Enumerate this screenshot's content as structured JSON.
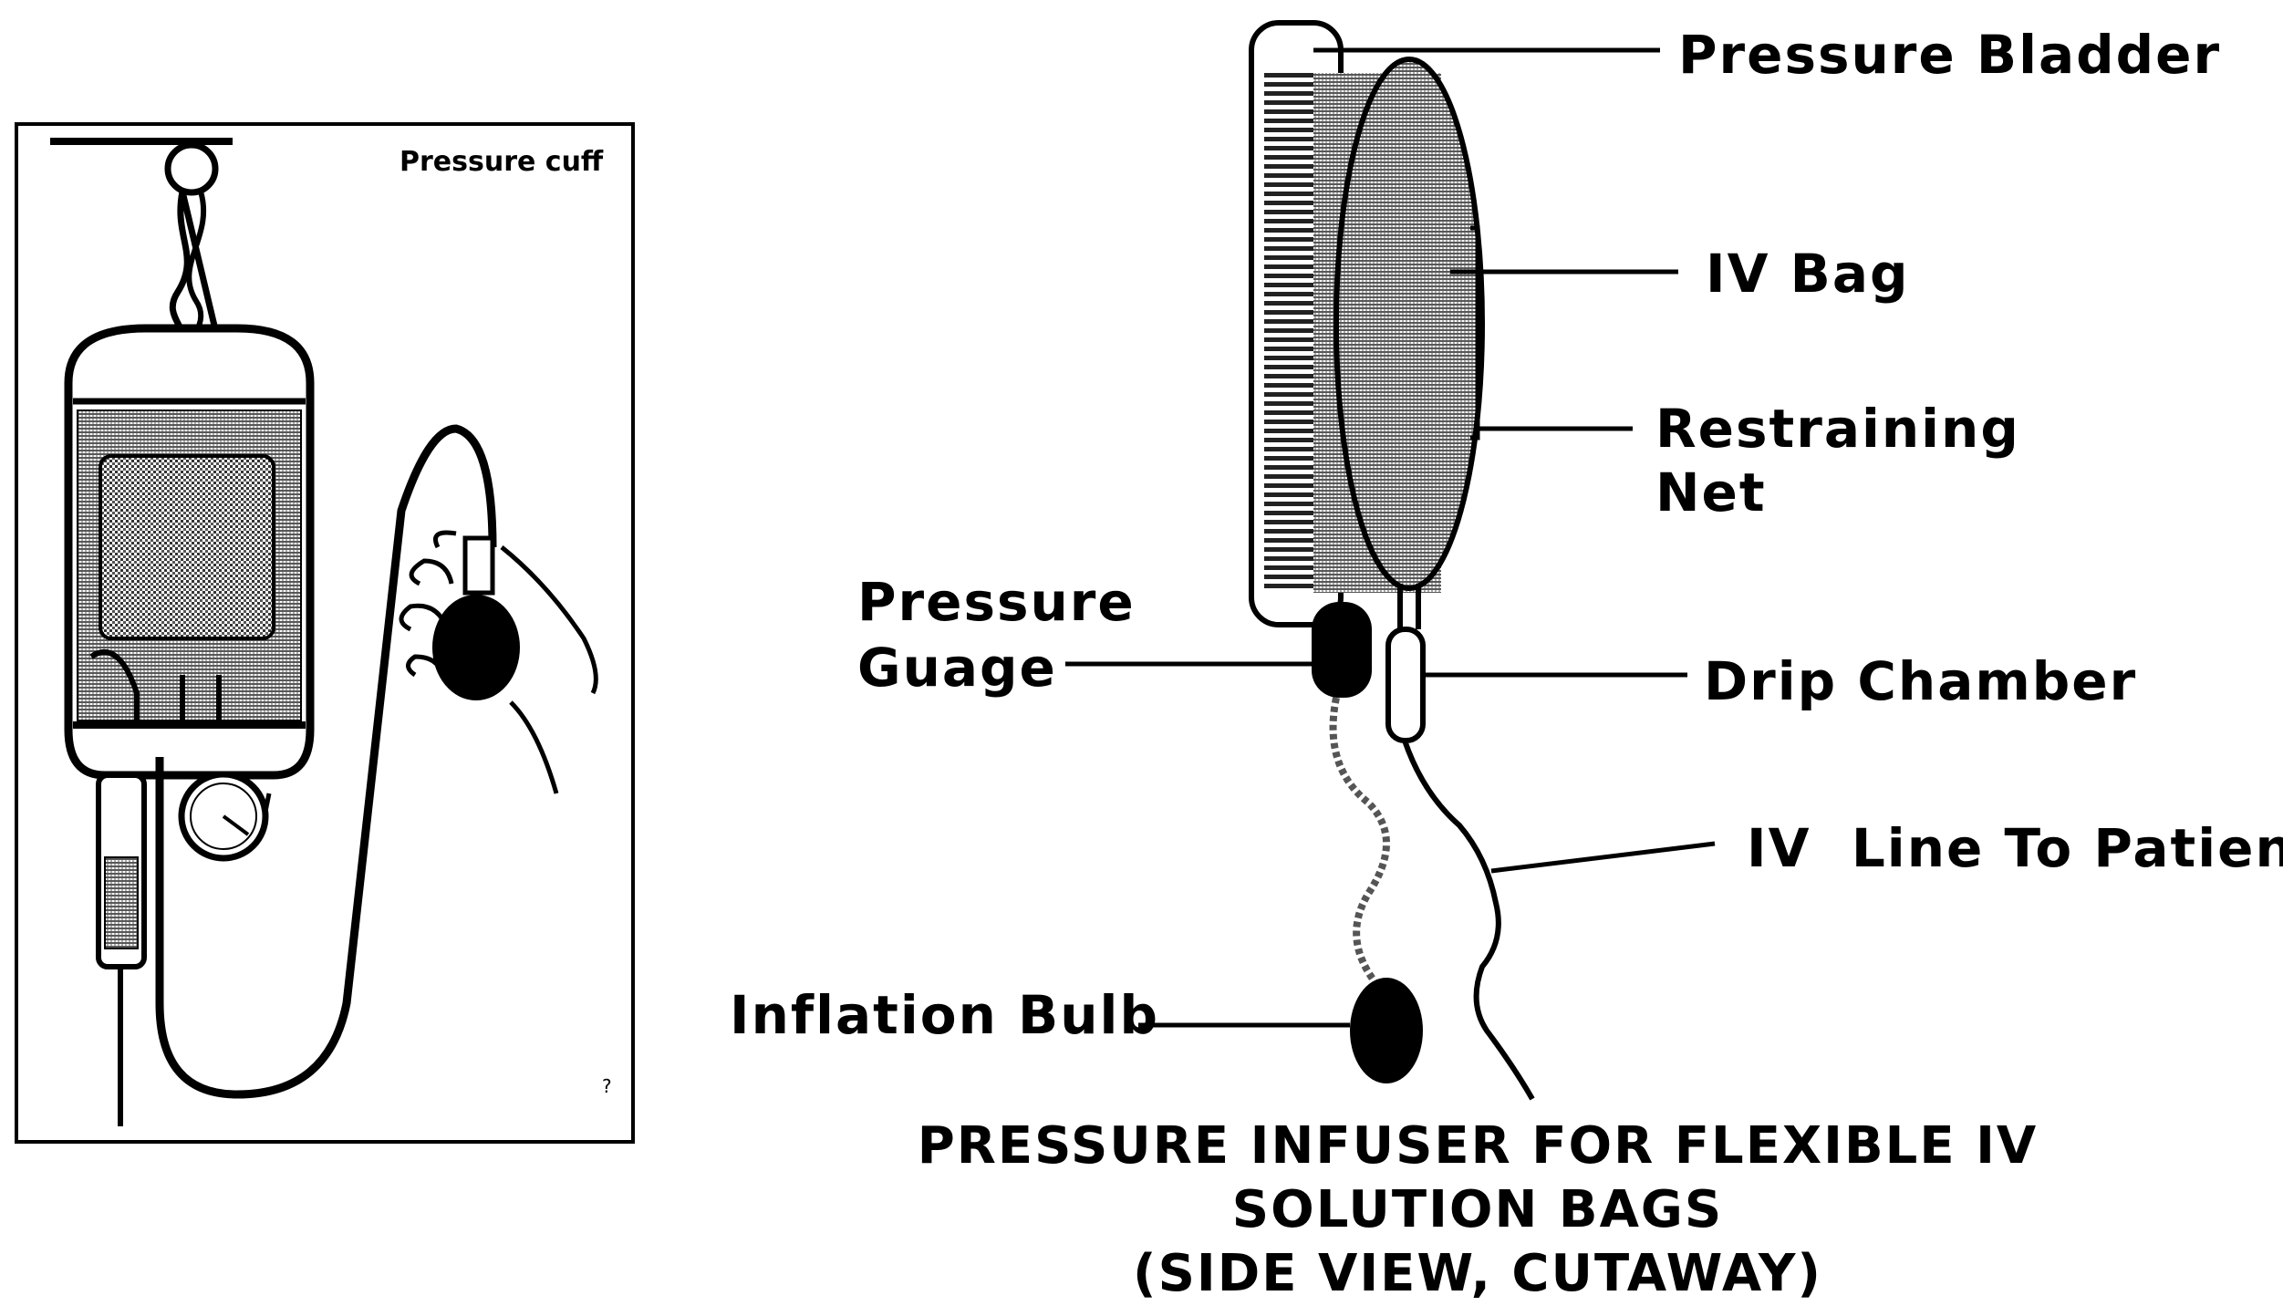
{
  "left_panel": {
    "title": "Pressure cuff",
    "corner_mark": "?"
  },
  "labels": {
    "pressure_bladder": "Pressure Bladder",
    "iv_bag": "IV Bag",
    "restraining_net_1": "Restraining",
    "restraining_net_2": "Net",
    "pressure_gauge_1": "Pressure",
    "pressure_gauge_2": "Guage",
    "drip_chamber": "Drip Chamber",
    "iv_line": "IV  Line To Patient",
    "inflation_bulb": "Inflation Bulb"
  },
  "caption": {
    "line1": "PRESSURE INFUSER FOR FLEXIBLE IV",
    "line2": "SOLUTION BAGS",
    "line3": "(SIDE VIEW, CUTAWAY)"
  }
}
